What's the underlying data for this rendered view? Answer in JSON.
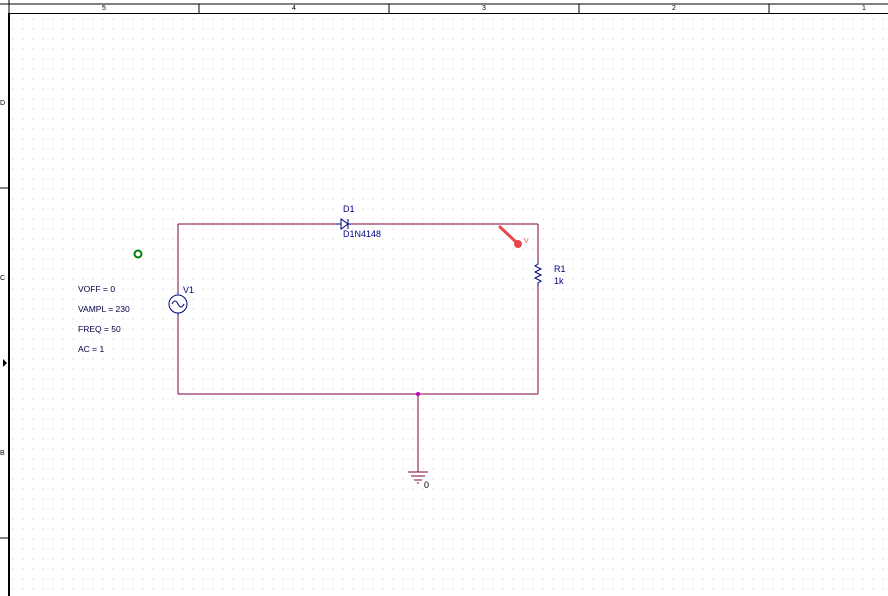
{
  "ruler": {
    "top_labels": [
      "5",
      "4",
      "3",
      "2",
      "1"
    ],
    "left_labels": [
      "D",
      "C",
      "B"
    ]
  },
  "schematic": {
    "diode": {
      "ref": "D1",
      "value": "D1N4148"
    },
    "resistor": {
      "ref": "R1",
      "value": "1k"
    },
    "source": {
      "ref": "V1",
      "params": [
        "VOFF = 0",
        "VAMPL = 230",
        "FREQ = 50",
        "AC = 1"
      ]
    },
    "ground": {
      "label": "0"
    },
    "probe": {
      "label": "V"
    }
  },
  "colors": {
    "wire": "#800040",
    "part": "#000080",
    "probe": "#e84848",
    "port": "#008000",
    "junction": "#c000c0"
  }
}
